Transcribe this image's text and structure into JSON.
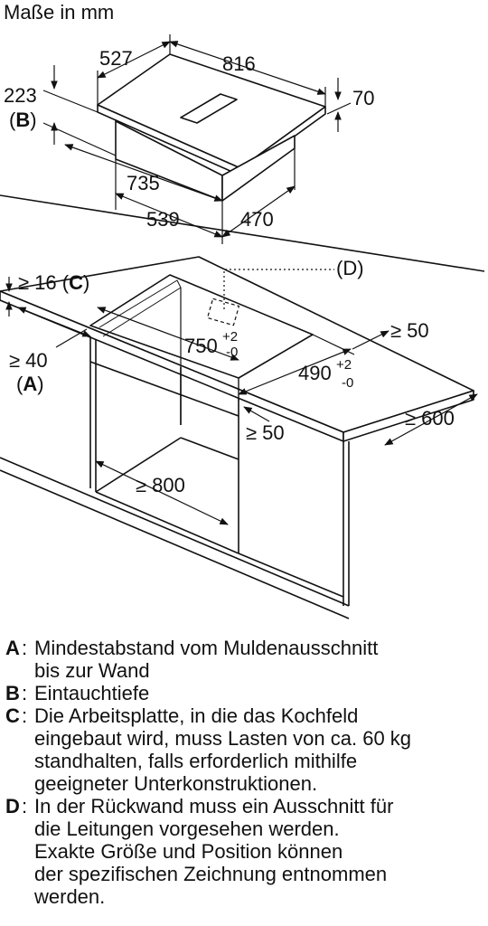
{
  "title": "Maße in mm",
  "dims": {
    "d527": "527",
    "d816": "816",
    "d223": "223",
    "b_label_open": "(",
    "b_label_key": "B",
    "b_label_close": ")",
    "d70": "70",
    "d735": "735",
    "d539": "539",
    "d470": "470",
    "d_label": "(D)",
    "c_label_pre": "≥ 16 (",
    "c_label_key": "C",
    "c_label_close": ")",
    "a_label_top": "≥ 40",
    "a_label_open": "(",
    "a_label_key": "A",
    "a_label_close": ")",
    "d750": "750",
    "d750_tol_plus": "+2",
    "d750_tol_minus": "-0",
    "d490": "490",
    "d490_tol_plus": "+2",
    "d490_tol_minus": "-0",
    "ge50_right": "≥ 50",
    "ge50_inner": "≥ 50",
    "ge600": "≥ 600",
    "ge800": "≥ 800"
  },
  "legend": [
    {
      "key": "A",
      "lines": [
        "Mindestabstand vom Muldenausschnitt",
        "bis zur Wand"
      ]
    },
    {
      "key": "B",
      "lines": [
        "Eintauchtiefe"
      ]
    },
    {
      "key": "C",
      "lines": [
        "Die Arbeitsplatte, in die das Kochfeld",
        "eingebaut wird, muss Lasten von ca. 60 kg",
        "standhalten, falls erforderlich mithilfe",
        "geeigneter Unterkonstruktionen."
      ]
    },
    {
      "key": "D",
      "lines": [
        "In der Rückwand muss ein Ausschnitt für",
        "die Leitungen vorgesehen werden.",
        "Exakte Größe und Position können",
        "der spezifischen Zeichnung entnommen",
        "werden."
      ]
    }
  ]
}
